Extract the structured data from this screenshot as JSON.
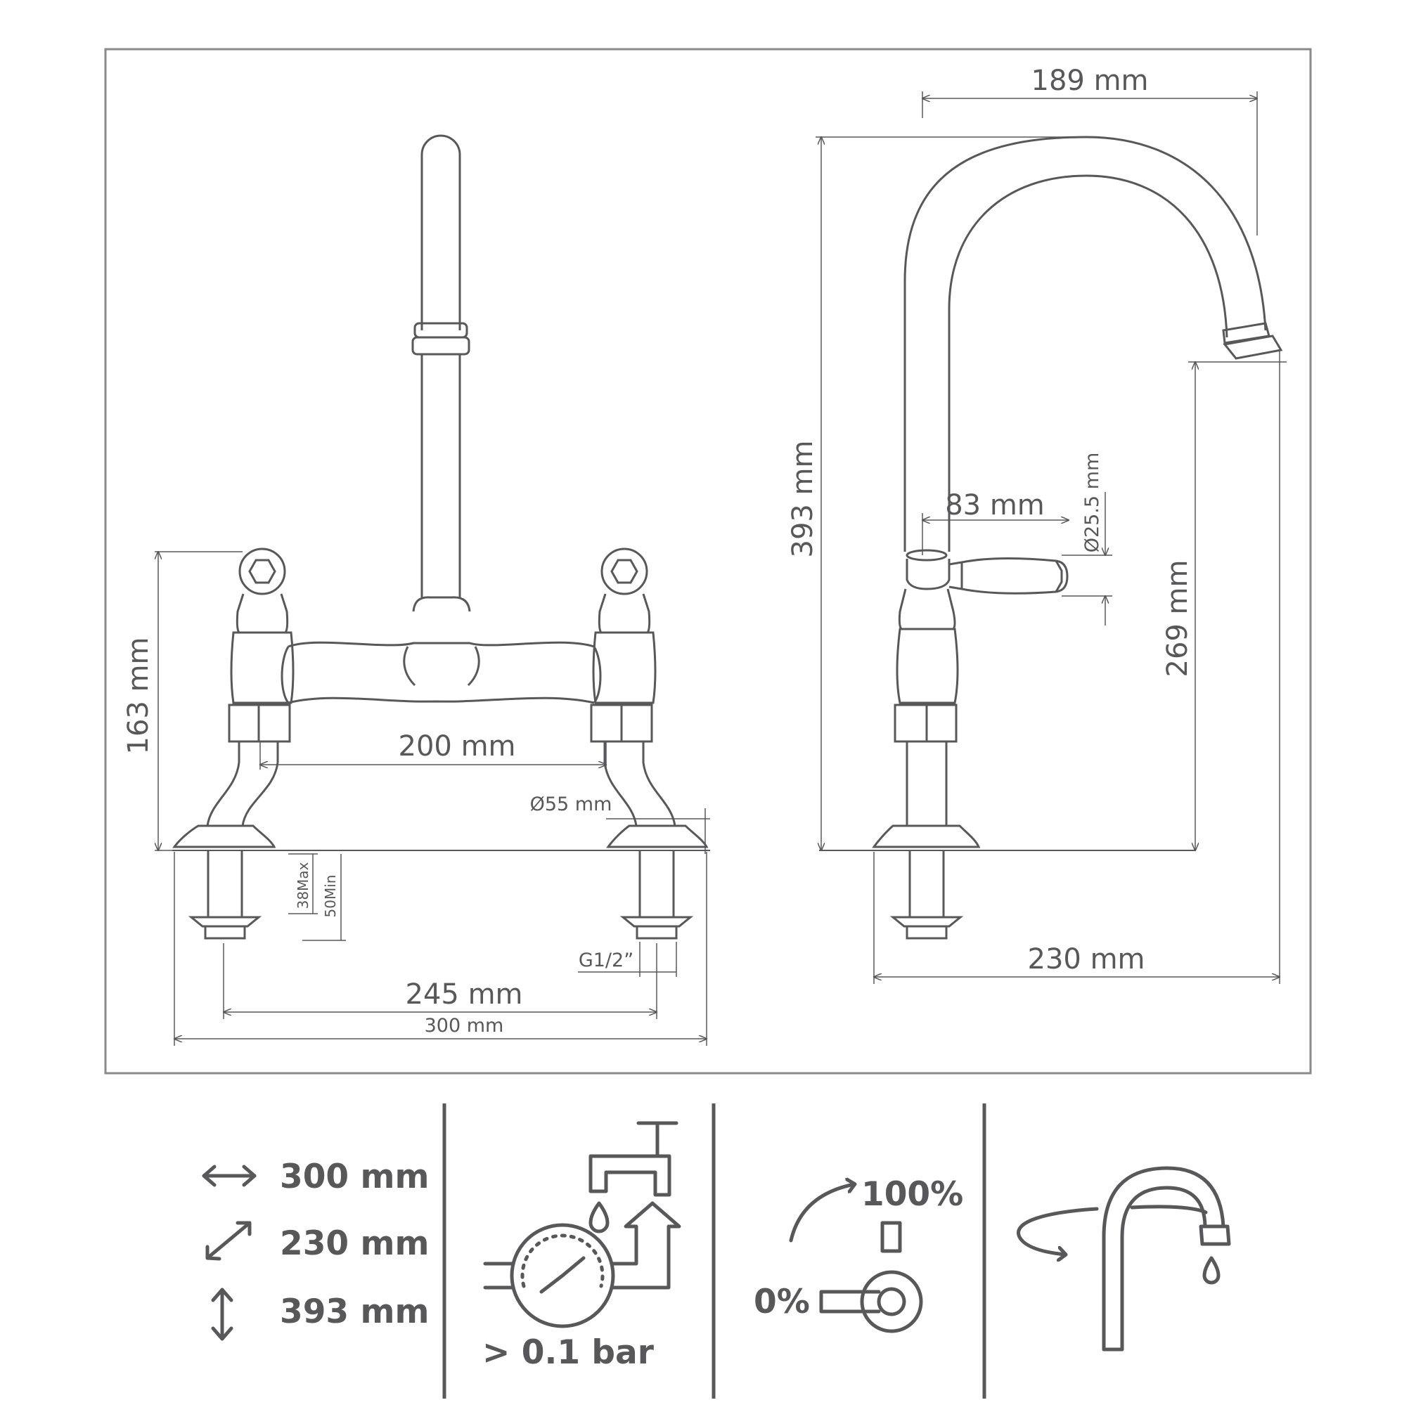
{
  "front_view": {
    "height_label": "163 mm",
    "center_distance_label": "200 mm",
    "base_diameter_label": "Ø55 mm",
    "max_deck_label": "38Max",
    "min_deck_label": "50Min",
    "connection_label": "G1/2”",
    "hole_spacing_label": "245 mm",
    "overall_width_label": "300 mm"
  },
  "side_view": {
    "spout_reach_label": "189 mm",
    "total_height_label": "393 mm",
    "lever_length_label": "83 mm",
    "lever_diameter_label": "Ø25.5 mm",
    "spout_clearance_label": "269 mm",
    "depth_label": "230 mm"
  },
  "specs": {
    "width": {
      "icon": "horizontal-arrow-icon",
      "value": "300 mm"
    },
    "depth": {
      "icon": "diagonal-arrow-icon",
      "value": "230 mm"
    },
    "height": {
      "icon": "vertical-arrow-icon",
      "value": "393 mm"
    },
    "pressure": {
      "icon": "pressure-gauge-icon",
      "value": "> 0.1 bar"
    },
    "lever_range": {
      "icon": "lever-rotation-icon",
      "min_label": "0%",
      "max_label": "100%"
    },
    "swivel": {
      "icon": "swivel-spout-icon"
    }
  },
  "colors": {
    "line": "#58585a",
    "frame": "#8a8a8c",
    "background": "#ffffff"
  }
}
